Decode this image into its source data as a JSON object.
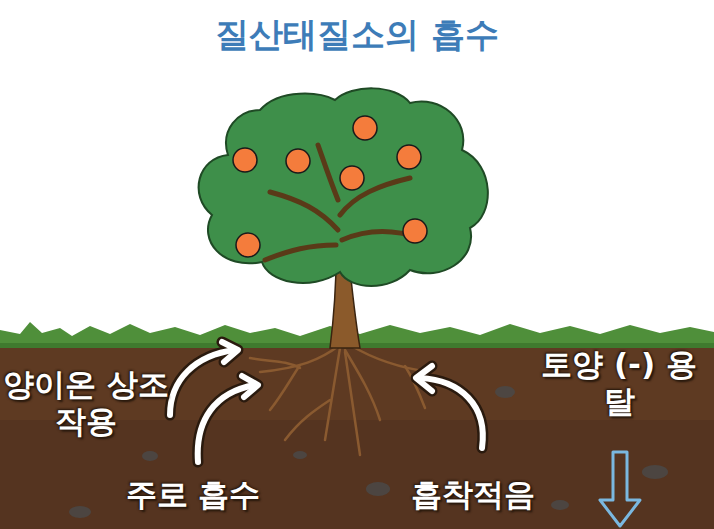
{
  "diagram": {
    "title": "질산태질소의 흡수",
    "labels": [
      "양이온 상조작용",
      "주로 흡수",
      "흡착적음",
      "토양 (-) 용탈"
    ]
  }
}
